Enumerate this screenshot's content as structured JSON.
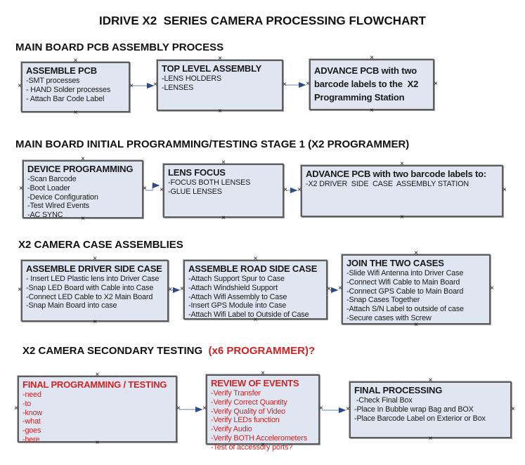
{
  "title": "IDRIVE X2  SERIES CAMERA PROCESSING FLOWCHART",
  "glyphs": {
    "handle": "×"
  },
  "colors": {
    "box_fill": "#dfe6f2",
    "box_border": "#5e5e5e",
    "arrow_line": "#9aaccd",
    "arrow_head": "#2e4b87",
    "red_text": "#cf2424",
    "black_text": "#1a1a1a"
  },
  "sections": [
    {
      "heading": "MAIN BOARD PCB ASSEMBLY PROCESS",
      "boxes": [
        {
          "title": "ASSEMBLE PCB",
          "items": [
            "-SMT processes",
            "- HAND Solder processes",
            "- Attach Bar Code Label"
          ]
        },
        {
          "title": "TOP LEVEL ASSEMBLY",
          "items": [
            "-LENS HOLDERS",
            "-LENSES"
          ]
        },
        {
          "title": "ADVANCE PCB with two barcode labels to the  X2 Programming Station",
          "items": []
        }
      ]
    },
    {
      "heading": "MAIN BOARD INITIAL PROGRAMMING/TESTING STAGE 1 (X2 PROGRAMMER)",
      "boxes": [
        {
          "title": "DEVICE PROGRAMMING",
          "items": [
            "-Scan Barcode",
            "-Boot Loader",
            "-Device Configuration",
            "-Test Wired Events",
            "-AC SYNC"
          ]
        },
        {
          "title": "LENS FOCUS",
          "items": [
            "-FOCUS BOTH LENSES",
            "-GLUE LENSES"
          ]
        },
        {
          "title": "ADVANCE PCB with two barcode labels to:",
          "items": [
            "-X2 DRIVER  SIDE  CASE  ASSEMBLY STATION"
          ]
        }
      ]
    },
    {
      "heading": "X2 CAMERA CASE ASSEMBLIES",
      "boxes": [
        {
          "title": "ASSEMBLE DRIVER SIDE CASE",
          "items": [
            "- Insert LED Plastic lens into Driver Case",
            "-Snap LED Board with Cable into Case",
            "-Connect LED Cable to X2 Main Board",
            "-Snap Main Board into case"
          ]
        },
        {
          "title": "ASSEMBLE ROAD SIDE CASE",
          "items": [
            "-Attach Support Spur to Case",
            "-Attach Windshield Support",
            "-Attach Wifi Assembly to Case",
            "-Insert GPS Module into Case",
            "-Attach Wifi Label to Outside of Case"
          ]
        },
        {
          "title": "JOIN THE TWO CASES",
          "items": [
            "-Slide Wifi Antenna into Driver Case",
            "-Connect Wifi Cable to Main Board",
            "-Connect GPS Cable to Main Board",
            "-Snap Cases Together",
            "-Attach S/N Label to outside of case",
            "-Secure cases with Screw"
          ]
        }
      ]
    },
    {
      "heading": "X2 CAMERA SECONDARY TESTING ",
      "heading_suffix": " (x6 PROGRAMMER)?",
      "boxes": [
        {
          "title": "FINAL PROGRAMMING / TESTING",
          "items": [
            "-need",
            "-to",
            "-know",
            "-what",
            "-goes",
            "-here"
          ]
        },
        {
          "title": "REVIEW OF EVENTS",
          "items": [
            "-Verify Transfer",
            "-Verify Correct Quantity",
            "-Verify Quality of Video",
            "-Verify LEDs function",
            "-Verify Audio",
            "-Verify BOTH Accelerometers",
            "-Test of accessory ports?"
          ]
        },
        {
          "title": "FINAL PROCESSING",
          "items": [
            " -Check Final Box",
            "-Place In Bubble wrap Bag and BOX",
            "-Place Barcode Label on Exterior or Box"
          ]
        }
      ]
    }
  ]
}
